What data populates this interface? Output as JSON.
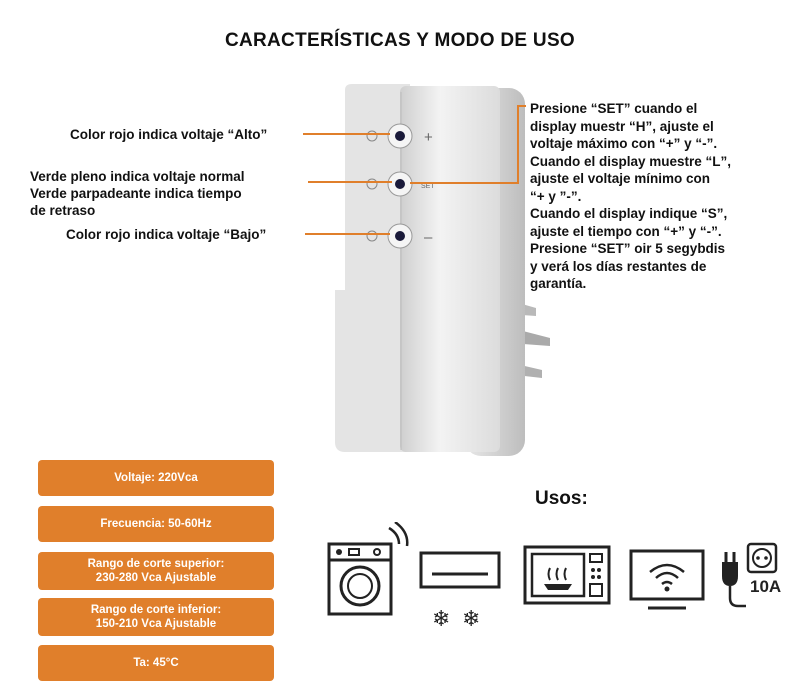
{
  "title": "CARACTERÍSTICAS Y MODO DE USO",
  "left_labels": {
    "alto": "Color rojo indica voltaje “Alto”",
    "normal_1": "Verde pleno indica voltaje normal",
    "normal_2": "Verde parpadeante indica tiempo",
    "normal_3": "de retraso",
    "bajo": "Color rojo indica voltaje “Bajo”"
  },
  "device": {
    "plus": "+",
    "set": "SET",
    "minus": "–"
  },
  "instructions": "Presione “SET” cuando el\ndisplay muestr “H”, ajuste el\nvoltaje máximo con “+” y “-”.\nCuando el display muestre “L”,\najuste el voltaje mínimo con\n“+ y ”-”.\nCuando el display indique “S”,\najuste el tiempo con “+” y “-”.\nPresione “SET” oir 5 segybdis\ny verá los días restantes de\ngarantía.",
  "specs": [
    {
      "line1": "Voltaje: 220Vca",
      "line2": ""
    },
    {
      "line1": "Frecuencia: 50-60Hz",
      "line2": ""
    },
    {
      "line1": "Rango de corte superior:",
      "line2": "230-280 Vca Ajustable"
    },
    {
      "line1": "Rango de corte inferior:",
      "line2": "150-210 Vca Ajustable"
    },
    {
      "line1": "Ta: 45°C",
      "line2": ""
    }
  ],
  "usos": {
    "title": "Usos:",
    "icons": [
      "washing-machine-icon",
      "air-conditioner-icon",
      "microwave-icon",
      "smart-tv-icon",
      "plug-socket-icon"
    ],
    "socket_rating": "10A"
  },
  "colors": {
    "accent": "#e07f2b",
    "leader": "#e07f2b"
  }
}
